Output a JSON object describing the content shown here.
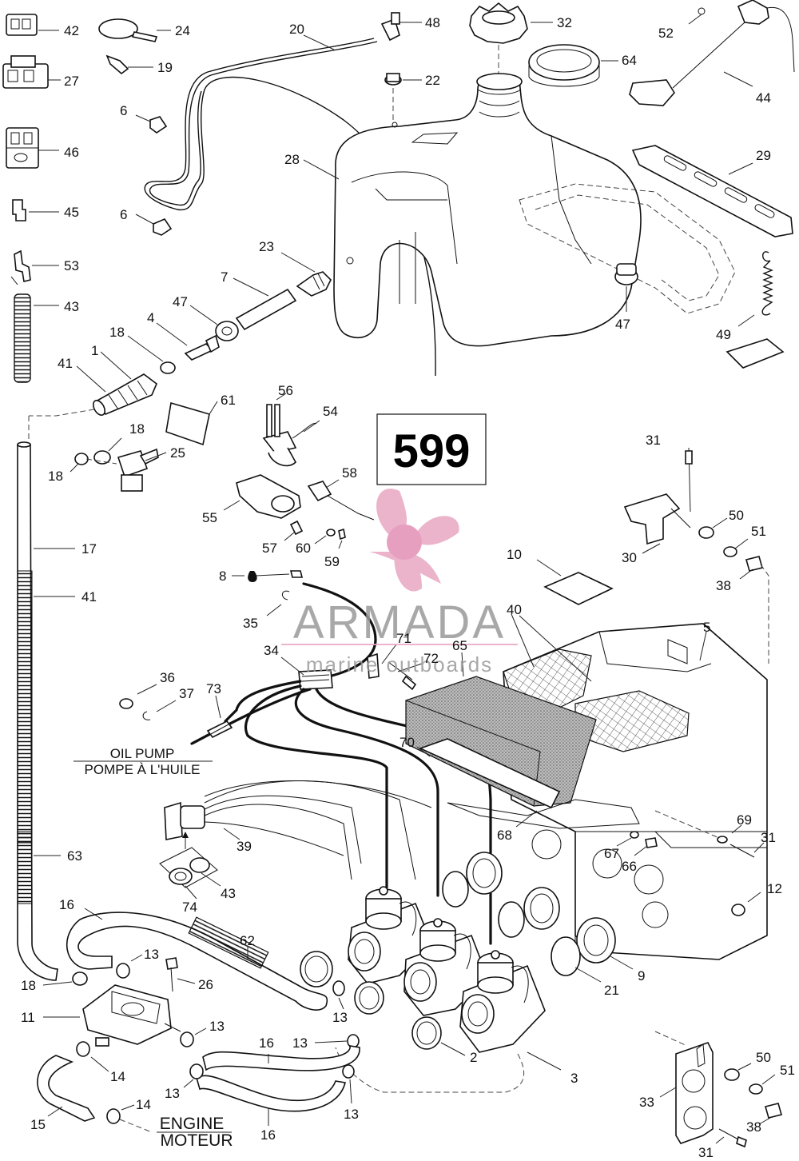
{
  "diagram": {
    "page_number": "599",
    "notes": {
      "oil_pump_en": "OIL PUMP",
      "oil_pump_fr": "POMPE À L'HUILE",
      "engine_en": "ENGINE",
      "engine_fr": "MOTEUR"
    },
    "watermark": {
      "brand": "ARMADA",
      "tagline": "marine outboards",
      "color": "#e8a7c3"
    },
    "callouts": [
      {
        "id": "c42",
        "text": "42"
      },
      {
        "id": "c27",
        "text": "27"
      },
      {
        "id": "c46",
        "text": "46"
      },
      {
        "id": "c45",
        "text": "45"
      },
      {
        "id": "c53",
        "text": "53"
      },
      {
        "id": "c43a",
        "text": "43"
      },
      {
        "id": "c24",
        "text": "24"
      },
      {
        "id": "c19",
        "text": "19"
      },
      {
        "id": "c6a",
        "text": "6"
      },
      {
        "id": "c6b",
        "text": "6"
      },
      {
        "id": "c20",
        "text": "20"
      },
      {
        "id": "c48",
        "text": "48"
      },
      {
        "id": "c22",
        "text": "22"
      },
      {
        "id": "c32",
        "text": "32"
      },
      {
        "id": "c64",
        "text": "64"
      },
      {
        "id": "c52",
        "text": "52"
      },
      {
        "id": "c44",
        "text": "44"
      },
      {
        "id": "c28",
        "text": "28"
      },
      {
        "id": "c29",
        "text": "29"
      },
      {
        "id": "c23",
        "text": "23"
      },
      {
        "id": "c7",
        "text": "7"
      },
      {
        "id": "c47a",
        "text": "47"
      },
      {
        "id": "c47b",
        "text": "47"
      },
      {
        "id": "c49",
        "text": "49"
      },
      {
        "id": "c4",
        "text": "4"
      },
      {
        "id": "c18a",
        "text": "18"
      },
      {
        "id": "c1",
        "text": "1"
      },
      {
        "id": "c41a",
        "text": "41"
      },
      {
        "id": "c61",
        "text": "61"
      },
      {
        "id": "c56",
        "text": "56"
      },
      {
        "id": "c54",
        "text": "54"
      },
      {
        "id": "c18b",
        "text": "18"
      },
      {
        "id": "c18c",
        "text": "18"
      },
      {
        "id": "c25",
        "text": "25"
      },
      {
        "id": "c58",
        "text": "58"
      },
      {
        "id": "c55",
        "text": "55"
      },
      {
        "id": "c57",
        "text": "57"
      },
      {
        "id": "c60",
        "text": "60"
      },
      {
        "id": "c59",
        "text": "59"
      },
      {
        "id": "c31a",
        "text": "31"
      },
      {
        "id": "c50a",
        "text": "50"
      },
      {
        "id": "c51a",
        "text": "51"
      },
      {
        "id": "c30",
        "text": "30"
      },
      {
        "id": "c38a",
        "text": "38"
      },
      {
        "id": "c17",
        "text": "17"
      },
      {
        "id": "c41b",
        "text": "41"
      },
      {
        "id": "c8",
        "text": "8"
      },
      {
        "id": "c10",
        "text": "10"
      },
      {
        "id": "c35",
        "text": "35"
      },
      {
        "id": "c40",
        "text": "40"
      },
      {
        "id": "c5",
        "text": "5"
      },
      {
        "id": "c34",
        "text": "34"
      },
      {
        "id": "c71",
        "text": "71"
      },
      {
        "id": "c65",
        "text": "65"
      },
      {
        "id": "c72",
        "text": "72"
      },
      {
        "id": "c36",
        "text": "36"
      },
      {
        "id": "c37",
        "text": "37"
      },
      {
        "id": "c73",
        "text": "73"
      },
      {
        "id": "c70",
        "text": "70"
      },
      {
        "id": "c68",
        "text": "68"
      },
      {
        "id": "c69",
        "text": "69"
      },
      {
        "id": "c31b",
        "text": "31"
      },
      {
        "id": "c63",
        "text": "63"
      },
      {
        "id": "c39",
        "text": "39"
      },
      {
        "id": "c67",
        "text": "67"
      },
      {
        "id": "c66",
        "text": "66"
      },
      {
        "id": "c43b",
        "text": "43"
      },
      {
        "id": "c74",
        "text": "74"
      },
      {
        "id": "c12",
        "text": "12"
      },
      {
        "id": "c16a",
        "text": "16"
      },
      {
        "id": "c62",
        "text": "62"
      },
      {
        "id": "c9",
        "text": "9"
      },
      {
        "id": "c13a",
        "text": "13"
      },
      {
        "id": "c26",
        "text": "26"
      },
      {
        "id": "c21",
        "text": "21"
      },
      {
        "id": "c18d",
        "text": "18"
      },
      {
        "id": "c13b",
        "text": "13"
      },
      {
        "id": "c11",
        "text": "11"
      },
      {
        "id": "c13c",
        "text": "13"
      },
      {
        "id": "c16b",
        "text": "16"
      },
      {
        "id": "c13d",
        "text": "13"
      },
      {
        "id": "c2",
        "text": "2"
      },
      {
        "id": "c14a",
        "text": "14"
      },
      {
        "id": "c13e",
        "text": "13"
      },
      {
        "id": "c3",
        "text": "3"
      },
      {
        "id": "c50b",
        "text": "50"
      },
      {
        "id": "c51b",
        "text": "51"
      },
      {
        "id": "c33",
        "text": "33"
      },
      {
        "id": "c15",
        "text": "15"
      },
      {
        "id": "c14b",
        "text": "14"
      },
      {
        "id": "c13f",
        "text": "13"
      },
      {
        "id": "c16c",
        "text": "16"
      },
      {
        "id": "c38b",
        "text": "38"
      },
      {
        "id": "c31c",
        "text": "31"
      }
    ]
  }
}
